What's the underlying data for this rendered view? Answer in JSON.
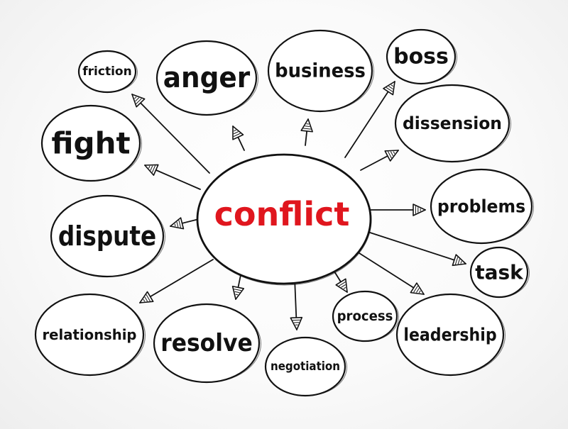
{
  "diagram": {
    "center": {
      "label": "conflict",
      "color": "#e0161e"
    },
    "nodes": [
      {
        "id": "friction",
        "label": "friction"
      },
      {
        "id": "anger",
        "label": "anger"
      },
      {
        "id": "business",
        "label": "business"
      },
      {
        "id": "boss",
        "label": "boss"
      },
      {
        "id": "fight",
        "label": "fight"
      },
      {
        "id": "dissension",
        "label": "dissension"
      },
      {
        "id": "problems",
        "label": "problems"
      },
      {
        "id": "dispute",
        "label": "dispute"
      },
      {
        "id": "task",
        "label": "task"
      },
      {
        "id": "relationship",
        "label": "relationship"
      },
      {
        "id": "resolve",
        "label": "resolve"
      },
      {
        "id": "negotiation",
        "label": "negotiation"
      },
      {
        "id": "process",
        "label": "process"
      },
      {
        "id": "leadership",
        "label": "leadership"
      }
    ],
    "edges": [
      {
        "from": "conflict",
        "to": "friction"
      },
      {
        "from": "conflict",
        "to": "anger"
      },
      {
        "from": "conflict",
        "to": "business"
      },
      {
        "from": "conflict",
        "to": "boss"
      },
      {
        "from": "conflict",
        "to": "fight"
      },
      {
        "from": "conflict",
        "to": "dissension"
      },
      {
        "from": "conflict",
        "to": "problems"
      },
      {
        "from": "conflict",
        "to": "dispute"
      },
      {
        "from": "conflict",
        "to": "task"
      },
      {
        "from": "conflict",
        "to": "relationship"
      },
      {
        "from": "conflict",
        "to": "resolve"
      },
      {
        "from": "conflict",
        "to": "negotiation"
      },
      {
        "from": "conflict",
        "to": "process"
      },
      {
        "from": "conflict",
        "to": "leadership"
      }
    ],
    "edge_color": "#111111",
    "node_fill": "#ffffff",
    "node_stroke": "#111111"
  }
}
